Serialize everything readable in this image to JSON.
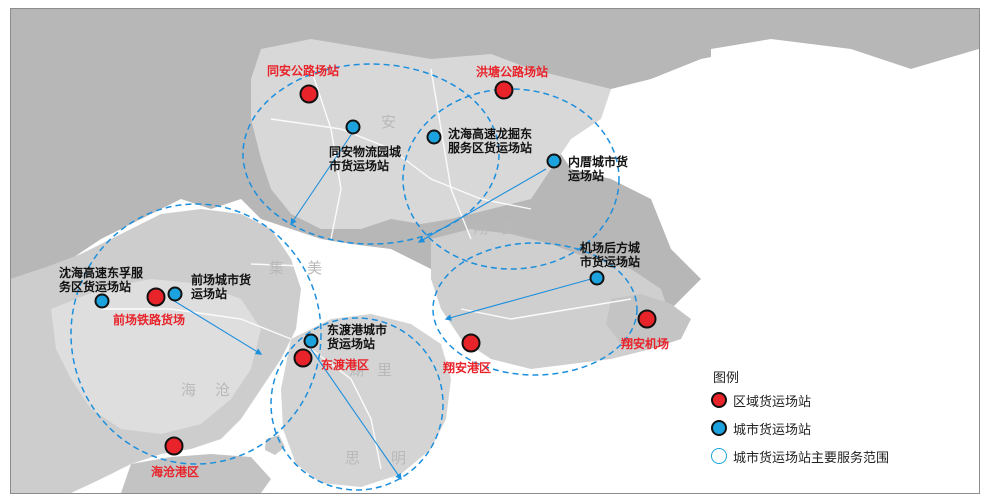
{
  "colors": {
    "regional_station": "#e8232a",
    "city_station": "#1ca3dd",
    "service_range": "#1c8fdd",
    "land_dark": "#bdbdbd",
    "land_light": "#dcdcdc",
    "water": "#ffffff"
  },
  "legend": {
    "title": "图例",
    "items": [
      {
        "symbol": "red-dot",
        "label": "区域货运场站"
      },
      {
        "symbol": "blue-dot",
        "label": "城市货运场站"
      },
      {
        "symbol": "blue-ring",
        "label": "城市货运场站主要服务范围"
      }
    ]
  },
  "regional_stations": [
    {
      "id": "tongan",
      "label": "同安公路场站"
    },
    {
      "id": "hongtang",
      "label": "洪塘公路场站"
    },
    {
      "id": "qianchang-rail",
      "label": "前场铁路货场"
    },
    {
      "id": "dongdu-port",
      "label": "东渡港区"
    },
    {
      "id": "xiangan-port",
      "label": "翔安港区"
    },
    {
      "id": "xiangan-airport",
      "label": "翔安机场"
    },
    {
      "id": "haicang-port",
      "label": "海沧港区"
    }
  ],
  "city_stations": [
    {
      "id": "tongan-logistics",
      "label_lines": [
        "同安物流园城",
        "市货运场站"
      ]
    },
    {
      "id": "shenhai-longjue",
      "label_lines": [
        "沈海高速龙掘东",
        "服务区货运场站"
      ]
    },
    {
      "id": "neicuo",
      "label_lines": [
        "内厝城市货",
        "运场站"
      ]
    },
    {
      "id": "shenhai-dongfu",
      "label_lines": [
        "沈海高速东孚服",
        "务区货运场站"
      ]
    },
    {
      "id": "qianchang-city",
      "label_lines": [
        "前场城市货",
        "运场站"
      ]
    },
    {
      "id": "airport-rear",
      "label_lines": [
        "机场后方城",
        "市货运场站"
      ]
    },
    {
      "id": "dongdu-city",
      "label_lines": [
        "东渡港城市",
        "货运场站"
      ]
    }
  ],
  "district_labels": [
    "安",
    "翔",
    "安",
    "集",
    "美",
    "海",
    "沧",
    "湖",
    "里",
    "思",
    "明"
  ]
}
